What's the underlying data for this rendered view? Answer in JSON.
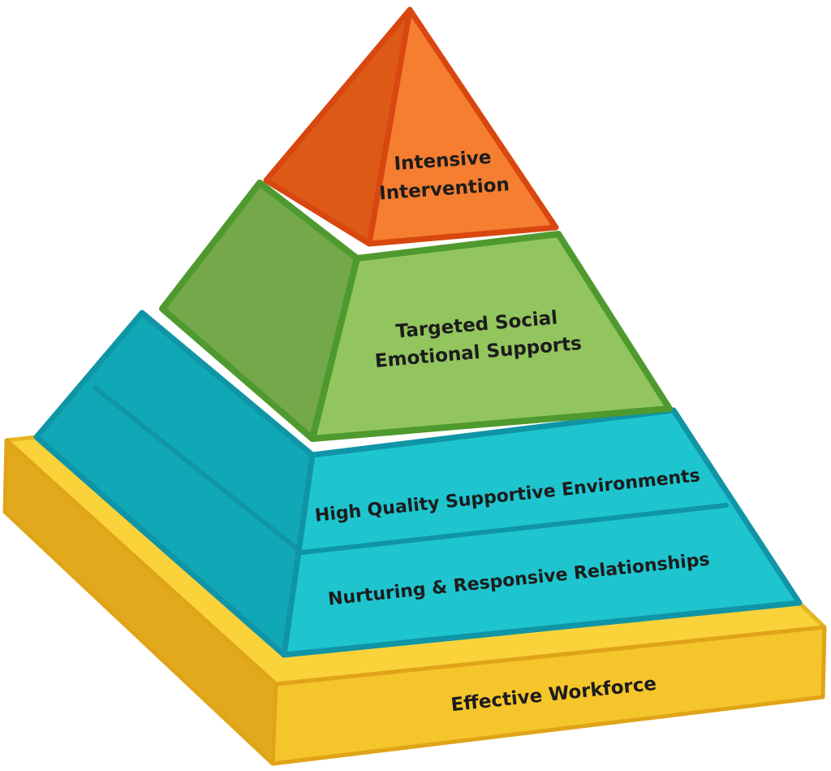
{
  "colors": {
    "base_gold": "#f5c52c",
    "base_gold_light": "#fad23a",
    "base_gold_dark": "#e3a91c",
    "teal_front": "#1ec5cf",
    "teal_side": "#10a8b6",
    "teal_outline": "#0f95a6",
    "green_front": "#93c55f",
    "green_side": "#74a84a",
    "green_outline": "#4e9a2e",
    "orange_front": "#f57e30",
    "orange_side": "#dd5a16",
    "orange_outline": "#d8470f"
  },
  "tiers": {
    "intensive_line1": "Intensive",
    "intensive_line2": "Intervention",
    "targeted_line1": "Targeted Social",
    "targeted_line2": "Emotional Supports",
    "high_quality": "High Quality Supportive Environments",
    "nurturing": "Nurturing & Responsive Relationships",
    "workforce": "Effective Workforce"
  }
}
